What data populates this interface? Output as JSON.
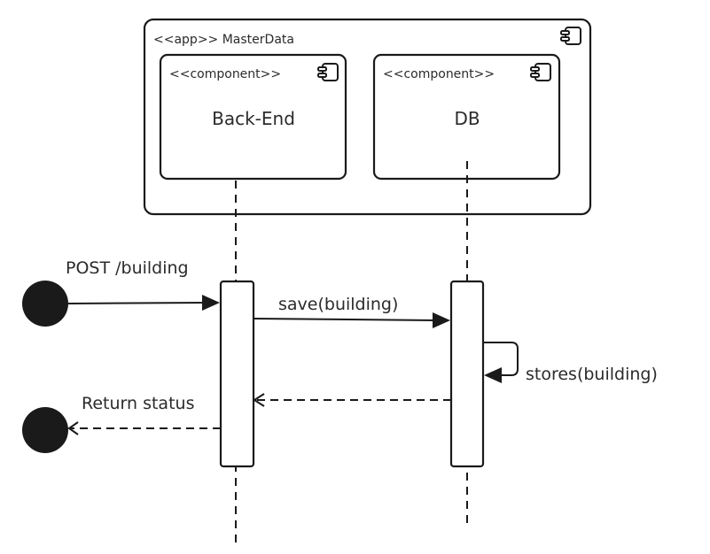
{
  "app": {
    "stereotype_label": "<<app>> MasterData",
    "icon": "component-icon"
  },
  "components": [
    {
      "stereotype": "<<component>>",
      "name": "Back-End",
      "icon": "component-icon"
    },
    {
      "stereotype": "<<component>>",
      "name": "DB",
      "icon": "component-icon"
    }
  ],
  "messages": {
    "incoming": "POST /building",
    "save": "save(building)",
    "stores": "stores(building)",
    "return": "Return status"
  },
  "colors": {
    "stroke": "#1a1a1a",
    "text": "#2b2b2b",
    "background": "#ffffff"
  }
}
